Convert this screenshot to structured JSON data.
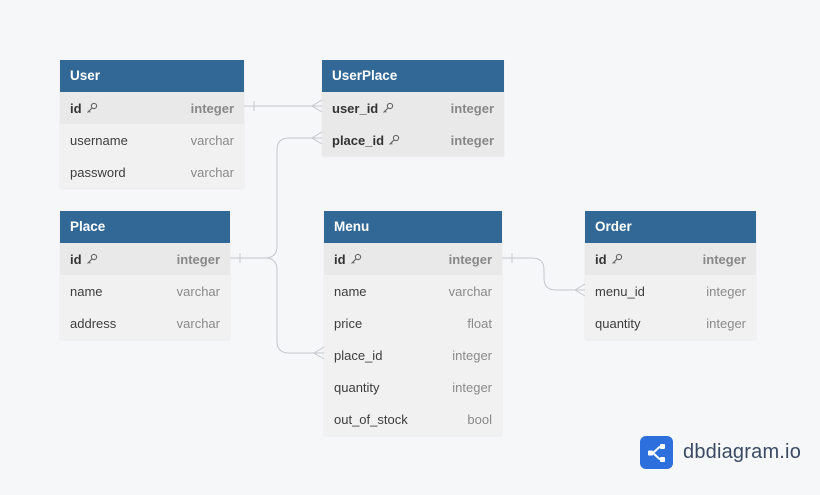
{
  "tables": {
    "user": {
      "name": "User",
      "fields": [
        {
          "name": "id",
          "type": "integer"
        },
        {
          "name": "username",
          "type": "varchar"
        },
        {
          "name": "password",
          "type": "varchar"
        }
      ]
    },
    "userplace": {
      "name": "UserPlace",
      "fields": [
        {
          "name": "user_id",
          "type": "integer"
        },
        {
          "name": "place_id",
          "type": "integer"
        }
      ]
    },
    "place": {
      "name": "Place",
      "fields": [
        {
          "name": "id",
          "type": "integer"
        },
        {
          "name": "name",
          "type": "varchar"
        },
        {
          "name": "address",
          "type": "varchar"
        }
      ]
    },
    "menu": {
      "name": "Menu",
      "fields": [
        {
          "name": "id",
          "type": "integer"
        },
        {
          "name": "name",
          "type": "varchar"
        },
        {
          "name": "price",
          "type": "float"
        },
        {
          "name": "place_id",
          "type": "integer"
        },
        {
          "name": "quantity",
          "type": "integer"
        },
        {
          "name": "out_of_stock",
          "type": "bool"
        }
      ]
    },
    "order": {
      "name": "Order",
      "fields": [
        {
          "name": "id",
          "type": "integer"
        },
        {
          "name": "menu_id",
          "type": "integer"
        },
        {
          "name": "quantity",
          "type": "integer"
        }
      ]
    }
  },
  "brand": {
    "name": "dbdiagram.io",
    "logo_color": "#2d6fdc"
  },
  "colors": {
    "header": "#316896",
    "connector": "#b8bcc2"
  }
}
